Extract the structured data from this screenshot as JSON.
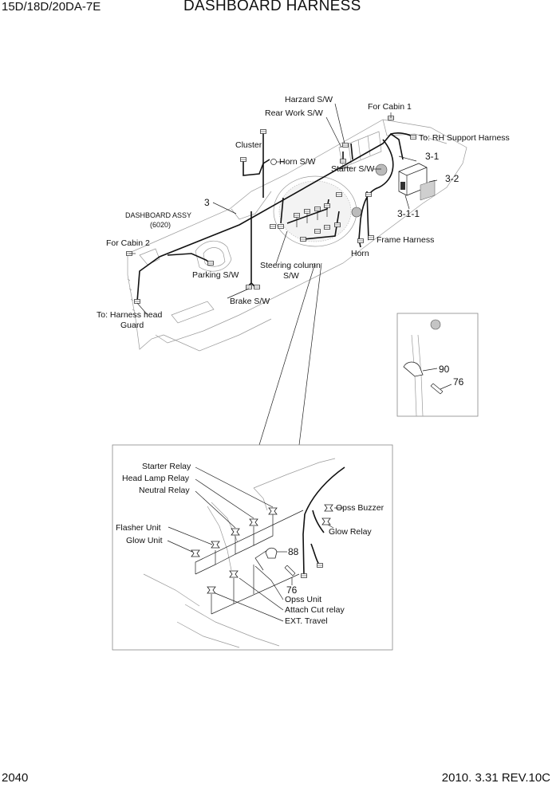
{
  "header": {
    "model": "15D/18D/20DA-7E",
    "title": "DASHBOARD HARNESS"
  },
  "footer": {
    "page_number": "2040",
    "revision": "2010. 3.31 REV.10C"
  },
  "labels": {
    "harzard_sw": "Harzard S/W",
    "rear_work_sw": "Rear Work S/W",
    "for_cabin_1": "For Cabin 1",
    "to_rh_support": "To: RH Support Harness",
    "cluster": "Cluster",
    "horn_sw": "Horn S/W",
    "starter_sw": "Starter S/W",
    "item_3": "3",
    "dashboard_assy": "DASHBOARD ASSY",
    "dashboard_assy_no": "(6020)",
    "for_cabin_2": "For Cabin 2",
    "parking_sw": "Parking S/W",
    "steering_column": "Steering column",
    "steering_column_sw": "S/W",
    "brake_sw": "Brake S/W",
    "to_harness_head": "To: Harness head",
    "guard": "Guard",
    "frame_harness": "Frame Harness",
    "horn": "Horn",
    "item_3_1": "3-1",
    "item_3_2": "3-2",
    "item_3_1_1": "3-1-1"
  },
  "detail_small": {
    "item_90": "90",
    "item_76": "76"
  },
  "detail_large": {
    "starter_relay": "Starter Relay",
    "head_lamp_relay": "Head Lamp Relay",
    "neutral_relay": "Neutral Relay",
    "flasher_unit": "Flasher Unit",
    "glow_unit": "Glow Unit",
    "opss_buzzer": "Opss Buzzer",
    "glow_relay": "Glow Relay",
    "item_88": "88",
    "item_76": "76",
    "opss_unit": "Opss Unit",
    "attach_cut_relay": "Attach Cut relay",
    "ext_travel": "EXT. Travel"
  }
}
